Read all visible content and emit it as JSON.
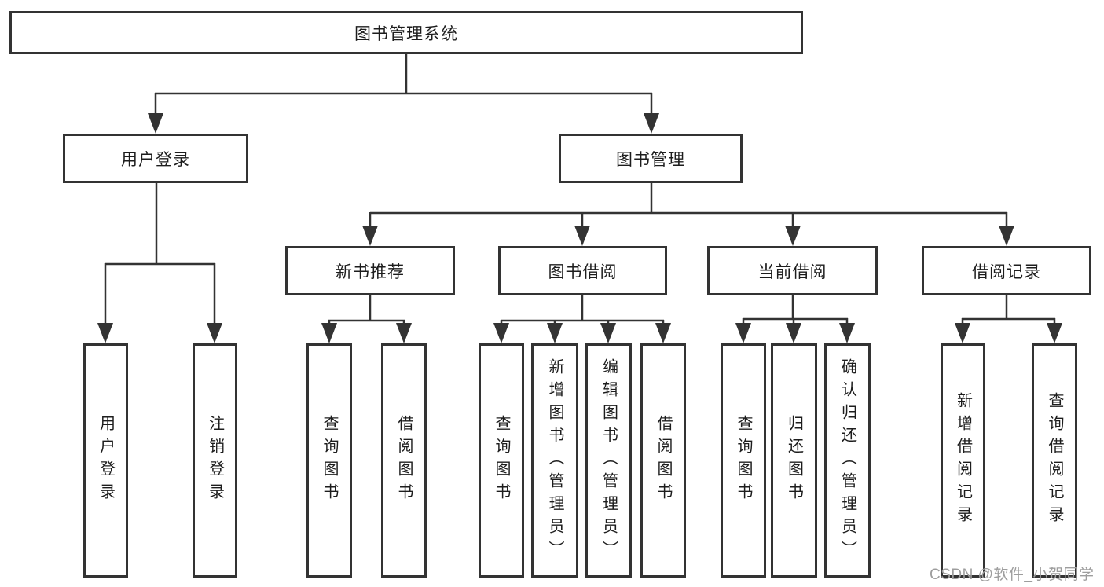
{
  "diagram_title": "图书管理系统",
  "watermark": "CSDN @软件_小贺同学",
  "colors": {
    "line": "#333333",
    "box_border": "#333333",
    "box_fill": "#ffffff",
    "text": "#1d1d1d",
    "watermark": "#9d9d9d",
    "background": "#ffffff"
  },
  "tree": {
    "label": "图书管理系统",
    "children": [
      {
        "label": "用户登录",
        "children": [
          {
            "label": "用户登录"
          },
          {
            "label": "注销登录"
          }
        ]
      },
      {
        "label": "图书管理",
        "children": [
          {
            "label": "新书推荐",
            "children": [
              {
                "label": "查询图书"
              },
              {
                "label": "借阅图书"
              }
            ]
          },
          {
            "label": "图书借阅",
            "children": [
              {
                "label": "查询图书"
              },
              {
                "label": "新增图书（管理员）"
              },
              {
                "label": "编辑图书（管理员）"
              },
              {
                "label": "借阅图书"
              }
            ]
          },
          {
            "label": "当前借阅",
            "children": [
              {
                "label": "查询图书"
              },
              {
                "label": "归还图书"
              },
              {
                "label": "确认归还（管理员）"
              }
            ]
          },
          {
            "label": "借阅记录",
            "children": [
              {
                "label": "新增借阅记录"
              },
              {
                "label": "查询借阅记录"
              }
            ]
          }
        ]
      }
    ]
  }
}
